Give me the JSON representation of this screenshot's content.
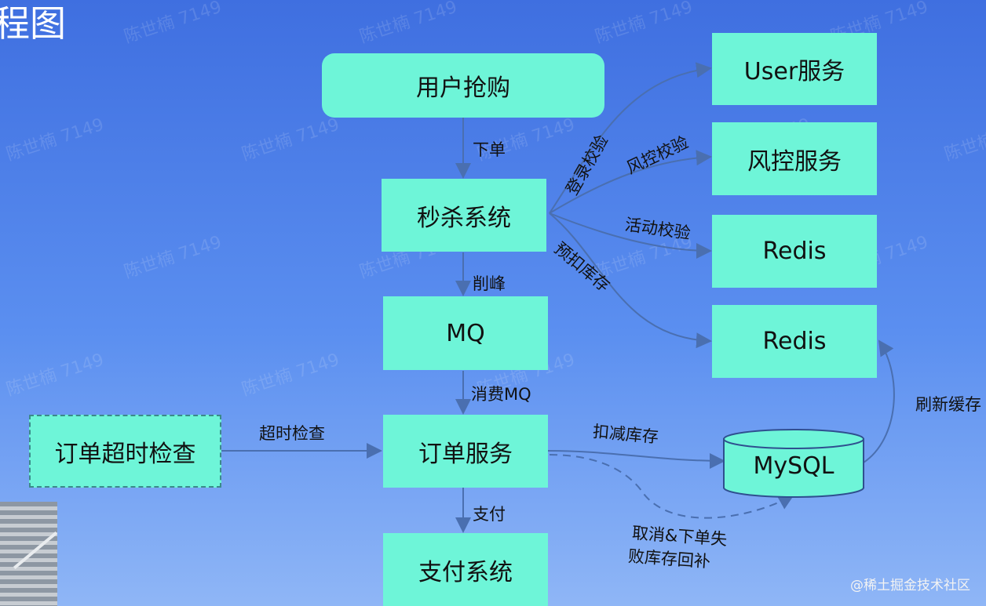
{
  "title_fragment": "程图",
  "watermark": "陈世楠 7149",
  "footer_watermark": "@稀土掘金技术社区",
  "nodes": {
    "user_purchase": "用户抢购",
    "seckill": "秒杀系统",
    "mq": "MQ",
    "order_service": "订单服务",
    "pay_system": "支付系统",
    "timeout_check": "订单超时检查",
    "user_service": "User服务",
    "risk_service": "风控服务",
    "redis_1": "Redis",
    "redis_2": "Redis",
    "mysql": "MySQL"
  },
  "edges": {
    "order": "下单",
    "peak_shaving": "削峰",
    "consume_mq": "消费MQ",
    "pay": "支付",
    "timeout_check": "超时检查",
    "deduct_stock": "扣减库存",
    "refresh_cache": "刷新缓存",
    "login_check": "登录校验",
    "risk_check": "风控校验",
    "activity_check": "活动校验",
    "prededuct_stock": "预扣库存",
    "rollback_line1": "取消&下单失",
    "rollback_line2": "败库存回补"
  },
  "colors": {
    "node_fill": "#6ef5d8",
    "connector": "#4a6fb0",
    "background_top": "#3f6fe0",
    "background_bottom": "#8fb6f6"
  }
}
